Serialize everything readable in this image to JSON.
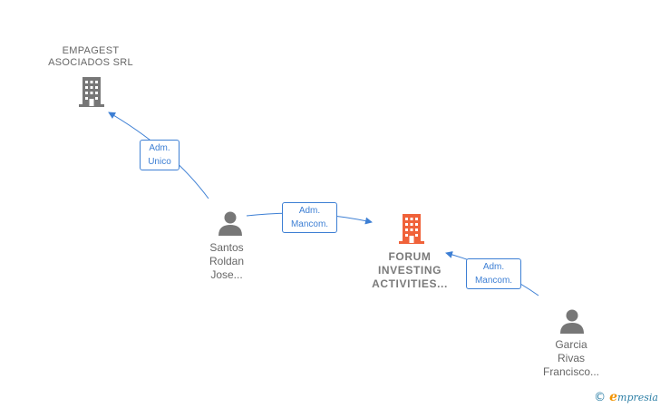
{
  "nodes": {
    "empagest": {
      "line1": "EMPAGEST",
      "line2": "ASOCIADOS SRL",
      "color": "#777777"
    },
    "forum": {
      "line1": "FORUM",
      "line2": "INVESTING",
      "line3": "ACTIVITIES...",
      "color": "#f0623a"
    },
    "santos": {
      "line1": "Santos",
      "line2": "Roldan",
      "line3": "Jose..."
    },
    "garcia": {
      "line1": "Garcia",
      "line2": "Rivas",
      "line3": "Francisco..."
    }
  },
  "edges": {
    "santos_empagest": {
      "line1": "Adm.",
      "line2": "Unico"
    },
    "santos_forum": {
      "line1": "Adm.",
      "line2": "Mancom."
    },
    "garcia_forum": {
      "line1": "Adm.",
      "line2": "Mancom."
    }
  },
  "colors": {
    "edge": "#3d7fd4",
    "person_icon": "#777777"
  },
  "brand": {
    "copyright": "©",
    "e": "e",
    "name": "mpresia"
  }
}
